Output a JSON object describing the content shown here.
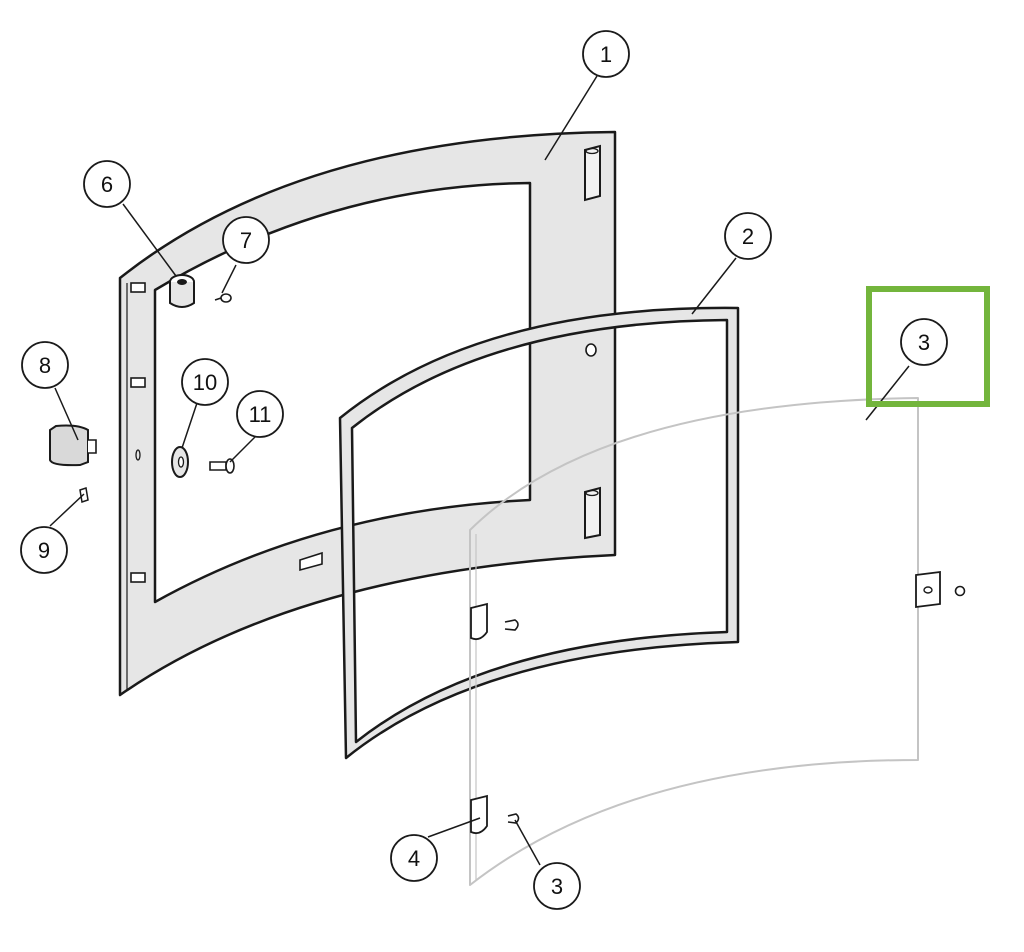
{
  "callouts": [
    {
      "id": "c1",
      "label": "1"
    },
    {
      "id": "c2",
      "label": "2"
    },
    {
      "id": "c3a",
      "label": "3"
    },
    {
      "id": "c3b",
      "label": "3"
    },
    {
      "id": "c4",
      "label": "4"
    },
    {
      "id": "c6",
      "label": "6"
    },
    {
      "id": "c7",
      "label": "7"
    },
    {
      "id": "c8",
      "label": "8"
    },
    {
      "id": "c9",
      "label": "9"
    },
    {
      "id": "c10",
      "label": "10"
    },
    {
      "id": "c11",
      "label": "11"
    }
  ],
  "colors": {
    "highlight": "#73b53c",
    "line": "#1a1a1a",
    "panel_fill": "#e6e6e6",
    "glass_line": "#c4c4c4"
  },
  "highlighted_callout": "c3a"
}
